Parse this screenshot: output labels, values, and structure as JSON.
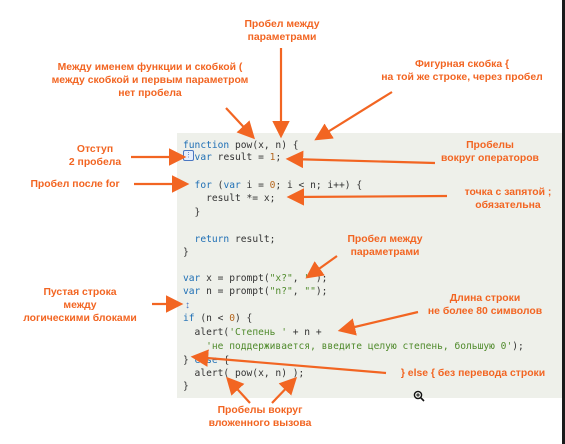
{
  "code": {
    "lines": [
      {
        "segments": [
          {
            "t": "function",
            "c": "kw"
          },
          {
            "t": " pow(x, n) {",
            "c": "fn"
          }
        ]
      },
      {
        "segments": [
          {
            "t": "  var",
            "c": "kw"
          },
          {
            "t": " result = ",
            "c": "op"
          },
          {
            "t": "1",
            "c": "num"
          },
          {
            "t": ";",
            "c": "op"
          }
        ]
      },
      {
        "segments": [
          {
            "t": "",
            "c": "op"
          }
        ]
      },
      {
        "segments": [
          {
            "t": "  for",
            "c": "kw"
          },
          {
            "t": " (",
            "c": "op"
          },
          {
            "t": "var",
            "c": "kw"
          },
          {
            "t": " i = ",
            "c": "op"
          },
          {
            "t": "0",
            "c": "num"
          },
          {
            "t": "; i < n; i++) {",
            "c": "op"
          }
        ]
      },
      {
        "segments": [
          {
            "t": "    result *= x;",
            "c": "op"
          }
        ]
      },
      {
        "segments": [
          {
            "t": "  }",
            "c": "op"
          }
        ]
      },
      {
        "segments": [
          {
            "t": "",
            "c": "op"
          }
        ]
      },
      {
        "segments": [
          {
            "t": "  return",
            "c": "kw"
          },
          {
            "t": " result;",
            "c": "op"
          }
        ]
      },
      {
        "segments": [
          {
            "t": "}",
            "c": "op"
          }
        ]
      },
      {
        "segments": [
          {
            "t": "",
            "c": "op"
          }
        ]
      },
      {
        "segments": [
          {
            "t": "var",
            "c": "kw"
          },
          {
            "t": " x = prompt(",
            "c": "op"
          },
          {
            "t": "\"x?\"",
            "c": "str"
          },
          {
            "t": ", ",
            "c": "op"
          },
          {
            "t": "\"\"",
            "c": "str"
          },
          {
            "t": ");",
            "c": "op"
          }
        ]
      },
      {
        "segments": [
          {
            "t": "var",
            "c": "kw"
          },
          {
            "t": " n = prompt(",
            "c": "op"
          },
          {
            "t": "\"n?\"",
            "c": "str"
          },
          {
            "t": ", ",
            "c": "op"
          },
          {
            "t": "\"\"",
            "c": "str"
          },
          {
            "t": ");",
            "c": "op"
          }
        ]
      },
      {
        "segments": [
          {
            "t": "",
            "c": "op"
          }
        ]
      },
      {
        "segments": [
          {
            "t": "if",
            "c": "kw"
          },
          {
            "t": " (n < ",
            "c": "op"
          },
          {
            "t": "0",
            "c": "num"
          },
          {
            "t": ") {",
            "c": "op"
          }
        ]
      },
      {
        "segments": [
          {
            "t": "  alert(",
            "c": "op"
          },
          {
            "t": "'Степень '",
            "c": "str"
          },
          {
            "t": " + n +",
            "c": "op"
          }
        ]
      },
      {
        "segments": [
          {
            "t": "    ",
            "c": "op"
          },
          {
            "t": "'не поддерживается, введите целую степень, большую 0'",
            "c": "str"
          },
          {
            "t": ");",
            "c": "op"
          }
        ]
      },
      {
        "segments": [
          {
            "t": "} ",
            "c": "op"
          },
          {
            "t": "else",
            "c": "kw"
          },
          {
            "t": " {",
            "c": "op"
          }
        ]
      },
      {
        "segments": [
          {
            "t": "  alert( pow(x, n) );",
            "c": "op"
          }
        ]
      },
      {
        "segments": [
          {
            "t": "}",
            "c": "op"
          }
        ]
      }
    ]
  },
  "labels": {
    "params_space_top": "Пробел между\nпараметрами",
    "func_name_paren": "Между именем функции и скобкой (\nмежду скобкой и первым параметром\nнет пробела",
    "curly_brace": "Фигурная скобка {\nна той же строке, через пробел",
    "indent": "Отступ\n2 пробела",
    "operators_spaces": "Пробелы\nвокруг операторов",
    "space_after_for": "Пробел после for",
    "semicolon": "точка с запятой ;\nобязательна",
    "params_space_mid": "Пробел между\nпараметрами",
    "empty_line": "Пустая строка\nмежду\nлогическими блоками",
    "line_length": "Длина строки\nне более 80 символов",
    "else_no_newline": "} else { без перевода строки",
    "nested_call_spaces": "Пробелы вокруг\nвложенного вызова"
  },
  "icons": {
    "gutter_fold": "fold-icon",
    "gutter_arrow": "down-arrow-icon",
    "zoom": "zoom-in-icon"
  },
  "colors": {
    "annotation": "#f26522",
    "keyword": "#1f6fb5",
    "number": "#b5651d",
    "string": "#4f8a2b",
    "code_bg": "#eef0ea"
  }
}
